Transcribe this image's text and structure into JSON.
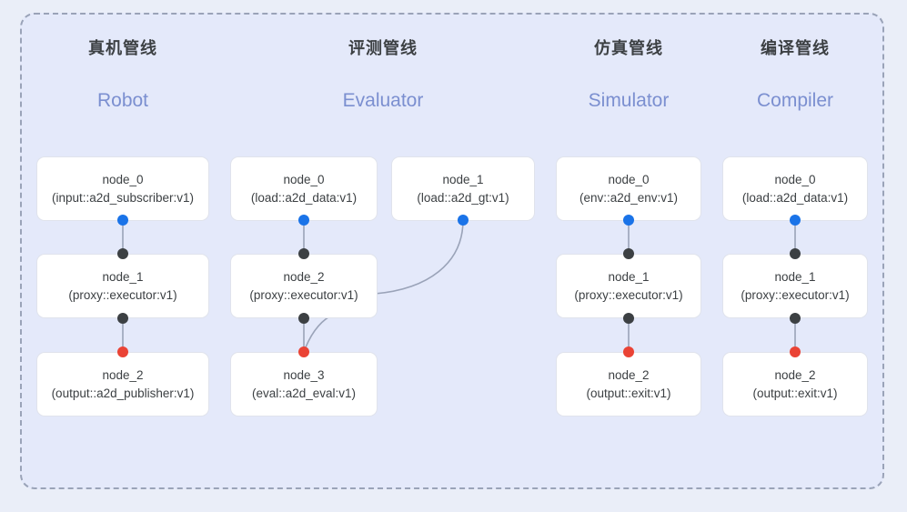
{
  "diagram": {
    "title_visible": false,
    "colors": {
      "page_background": "#eaeef8",
      "panel_background": "#e4e9fa",
      "panel_border": "#9aa3b8",
      "node_background": "#ffffff",
      "node_border": "#e0e3ec",
      "title_cn": "#3c4043",
      "title_en": "#7b8fd0",
      "port_input": "#1a73e8",
      "port_middle": "#3c4043",
      "port_output": "#ea4335",
      "edge": "#9aa3b8"
    },
    "columns": [
      {
        "key": "robot",
        "title_cn": "真机管线",
        "title_en": "Robot",
        "nodes": [
          {
            "id": "node_0",
            "type": "(input::a2d_subscriber:v1)"
          },
          {
            "id": "node_1",
            "type": "(proxy::executor:v1)"
          },
          {
            "id": "node_2",
            "type": "(output::a2d_publisher:v1)"
          }
        ]
      },
      {
        "key": "evaluator",
        "title_cn": "评测管线",
        "title_en": "Evaluator",
        "nodes": [
          {
            "id": "node_0",
            "type": "(load::a2d_data:v1)"
          },
          {
            "id": "node_1",
            "type": "(load::a2d_gt:v1)"
          },
          {
            "id": "node_2",
            "type": "(proxy::executor:v1)"
          },
          {
            "id": "node_3",
            "type": "(eval::a2d_eval:v1)"
          }
        ]
      },
      {
        "key": "simulator",
        "title_cn": "仿真管线",
        "title_en": "Simulator",
        "nodes": [
          {
            "id": "node_0",
            "type": "(env::a2d_env:v1)"
          },
          {
            "id": "node_1",
            "type": "(proxy::executor:v1)"
          },
          {
            "id": "node_2",
            "type": "(output::exit:v1)"
          }
        ]
      },
      {
        "key": "compiler",
        "title_cn": "编译管线",
        "title_en": "Compiler",
        "nodes": [
          {
            "id": "node_0",
            "type": "(load::a2d_data:v1)"
          },
          {
            "id": "node_1",
            "type": "(proxy::executor:v1)"
          },
          {
            "id": "node_2",
            "type": "(output::exit:v1)"
          }
        ]
      }
    ]
  }
}
